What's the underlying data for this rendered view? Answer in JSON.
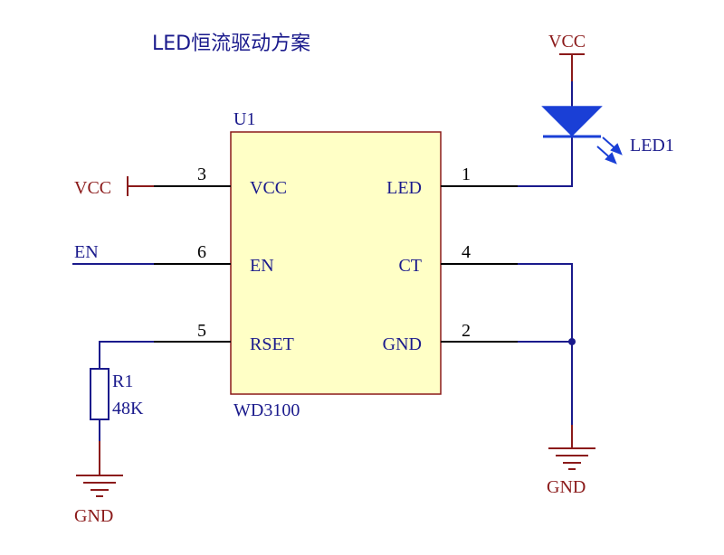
{
  "title": "LED恒流驱动方案",
  "colors": {
    "wire": "#000000",
    "blue_wire": "#1a1a8c",
    "power_red": "#8b1a1a",
    "chip_fill": "#ffffc6",
    "chip_border": "#8b1a1a",
    "led_blue": "#1a3fd6",
    "label_blue": "#1a1a8c"
  },
  "chip": {
    "designator": "U1",
    "part": "WD3100",
    "pins_left": [
      {
        "num": "3",
        "name": "VCC"
      },
      {
        "num": "6",
        "name": "EN"
      },
      {
        "num": "5",
        "name": "RSET"
      }
    ],
    "pins_right": [
      {
        "num": "1",
        "name": "LED"
      },
      {
        "num": "4",
        "name": "CT"
      },
      {
        "num": "2",
        "name": "GND"
      }
    ]
  },
  "net_labels": {
    "vcc_left": "VCC",
    "vcc_top": "VCC",
    "en": "EN",
    "gnd_left": "GND",
    "gnd_right": "GND"
  },
  "led": {
    "designator": "LED1"
  },
  "resistor": {
    "designator": "R1",
    "value": "48K"
  }
}
